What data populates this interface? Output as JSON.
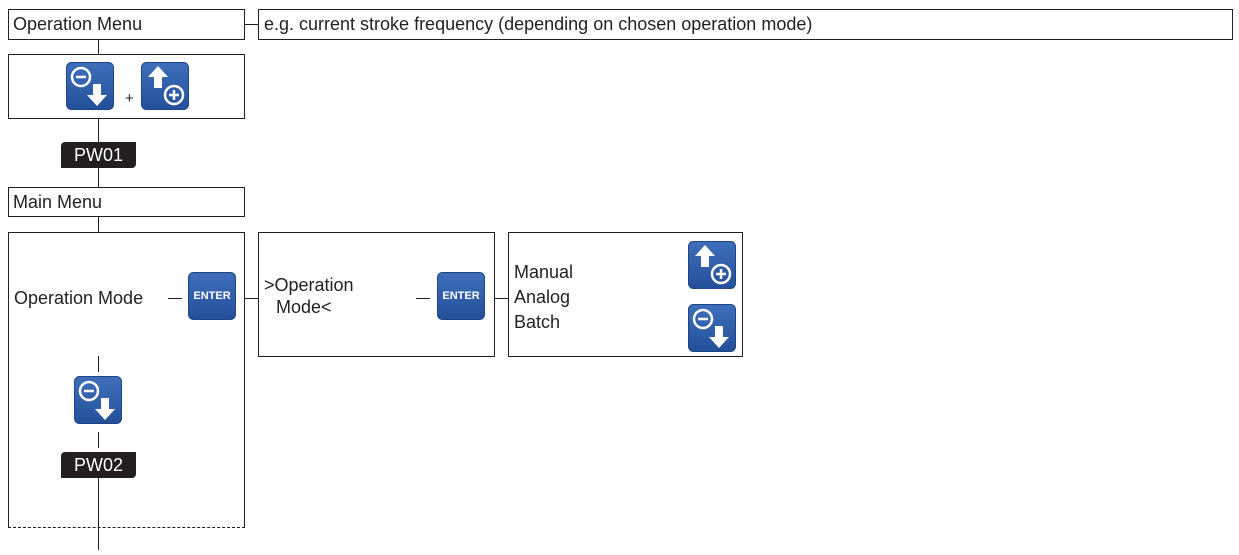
{
  "top_box_label": "Operation Menu",
  "top_note": "e.g. current stroke frequency (depending on chosen operation mode)",
  "plus_sign": "+",
  "password_1": "PW01",
  "main_menu_label": "Main Menu",
  "item_label": "Operation Mode",
  "enter_label": "ENTER",
  "submenu_title": ">Operation\n Mode<",
  "options": [
    "Manual",
    "Analog",
    "Batch"
  ],
  "password_2": "PW02",
  "colors": {
    "key_blue": "#2f5ea9",
    "key_blue_dark": "#1f4585",
    "line": "#231f20"
  },
  "icons": [
    "minus-down-arrow-icon",
    "up-arrow-plus-icon",
    "enter-key-icon"
  ]
}
